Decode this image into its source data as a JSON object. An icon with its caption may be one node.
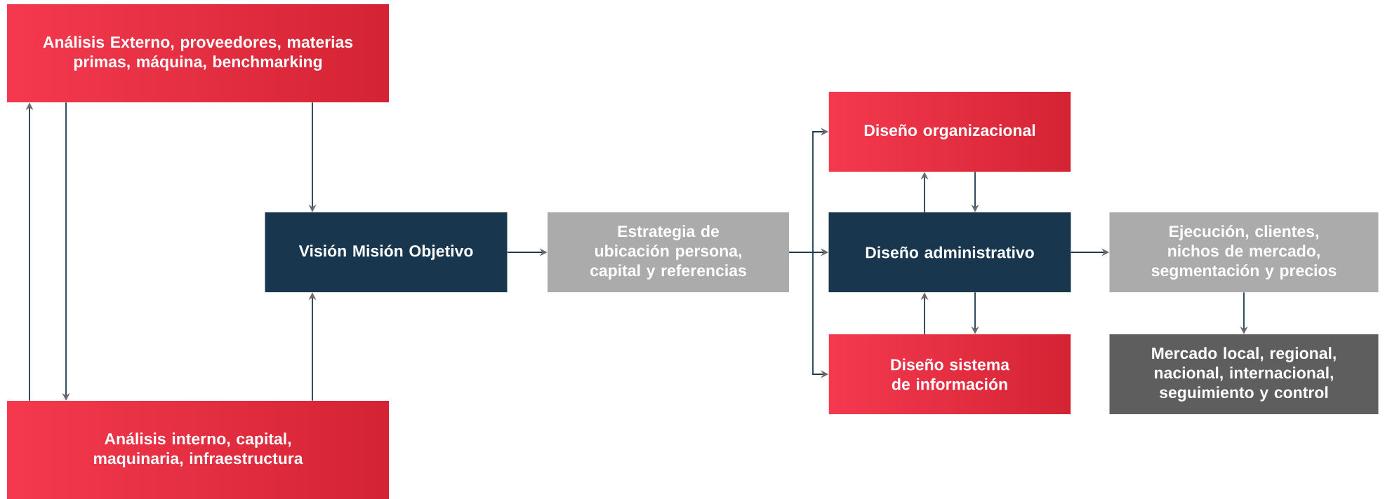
{
  "diagram": {
    "nodes": [
      {
        "text": [
          "Análisis Externo, proveedores, materias primas, máquina, benchmarking"
        ]
      },
      {
        "text": [
          "Análisis interno, capital, maquinaria, infraestructura"
        ]
      },
      {
        "text": [
          "Visión Misión Objetivo"
        ]
      },
      {
        "text": [
          "Estrategia de ubicación persona, capital y referencias"
        ]
      },
      {
        "text": [
          "Diseño organizacional"
        ]
      },
      {
        "text": [
          "Diseño administrativo"
        ]
      },
      {
        "text": [
          "Diseño sistema de información"
        ]
      },
      {
        "text": [
          "Ejecución, clientes, nichos de mercado, segmentación y precios"
        ]
      },
      {
        "text": [
          "Mercado local, regional, nacional, internacional, seguimiento y control"
        ]
      }
    ],
    "edges": [
      {
        "from": 1,
        "to": 0,
        "arrow": "to"
      },
      {
        "from": 0,
        "to": 1,
        "arrow": "to"
      },
      {
        "from": 0,
        "to": 2,
        "arrow": "to"
      },
      {
        "from": 1,
        "to": 2,
        "arrow": "to"
      },
      {
        "from": 2,
        "to": 3,
        "arrow": "to"
      },
      {
        "from": 3,
        "to": 4,
        "arrow": "to"
      },
      {
        "from": 3,
        "to": 5,
        "arrow": "to"
      },
      {
        "from": 3,
        "to": 6,
        "arrow": "to"
      },
      {
        "from": 5,
        "to": 4,
        "arrow": "to"
      },
      {
        "from": 4,
        "to": 5,
        "arrow": "to"
      },
      {
        "from": 5,
        "to": 6,
        "arrow": "to"
      },
      {
        "from": 6,
        "to": 5,
        "arrow": "to"
      },
      {
        "from": 5,
        "to": 7,
        "arrow": "to"
      },
      {
        "from": 7,
        "to": 8,
        "arrow": "to"
      }
    ]
  }
}
